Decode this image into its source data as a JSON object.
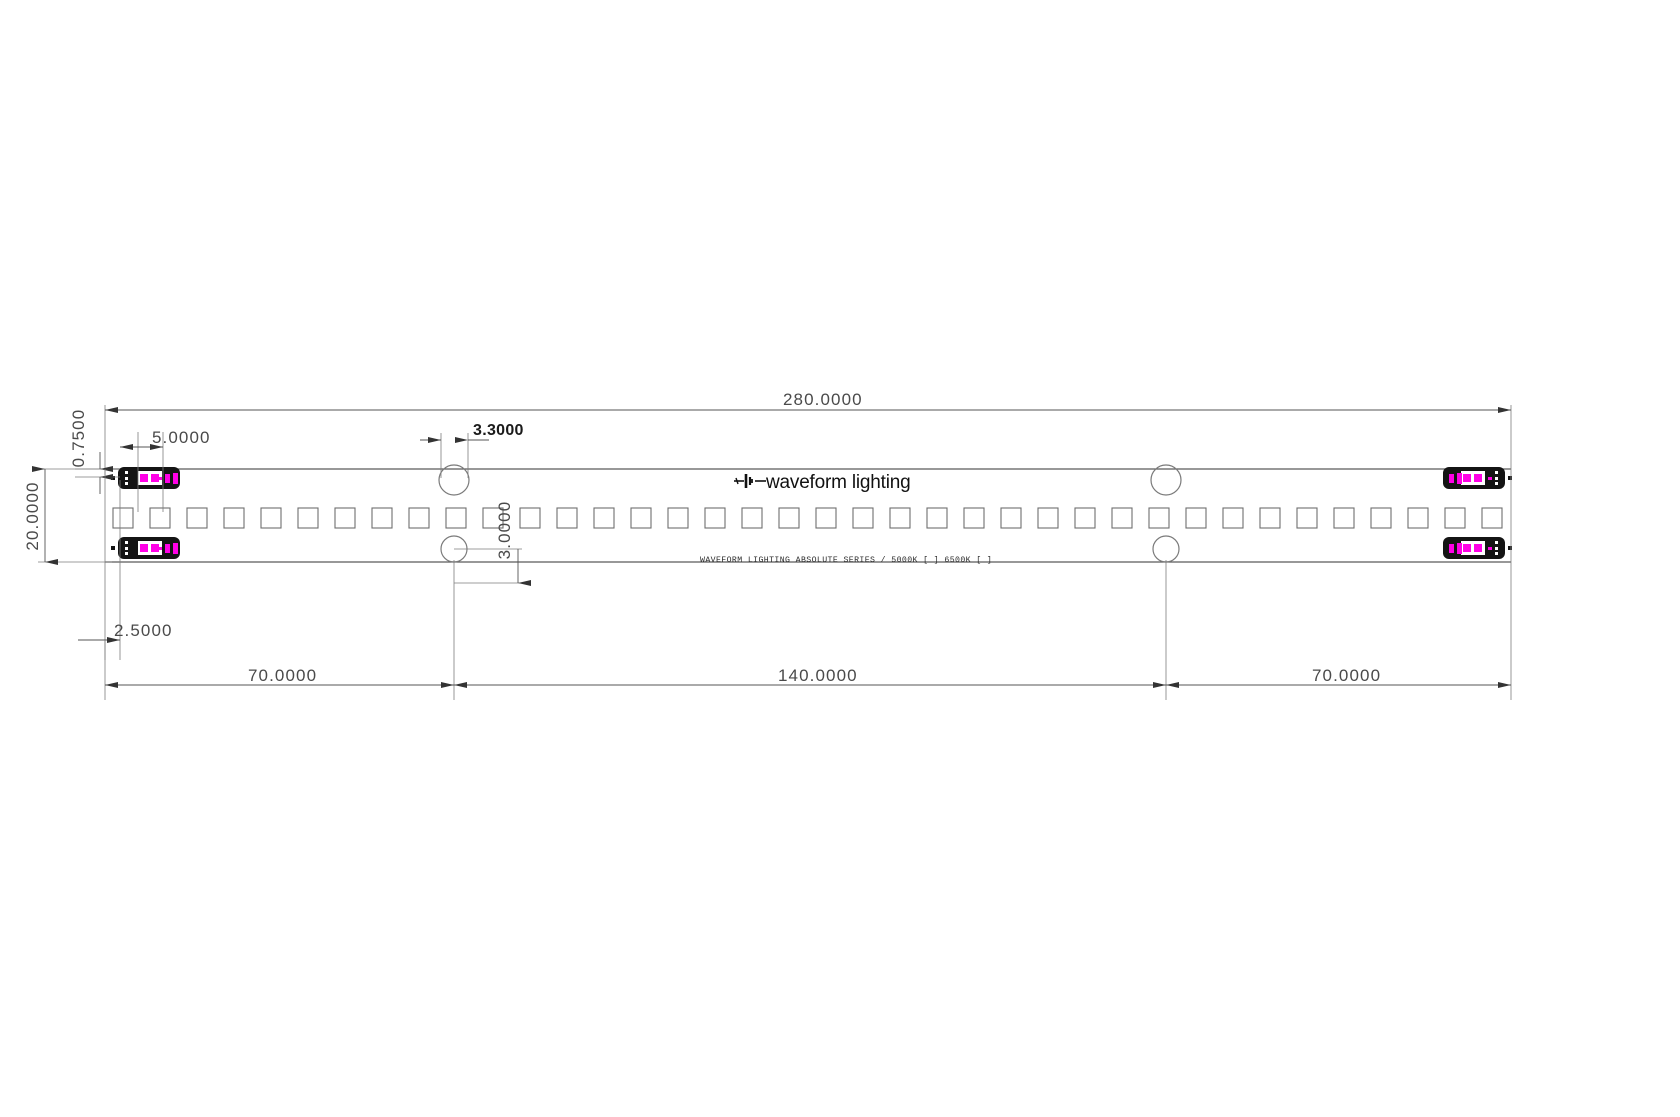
{
  "drawing": {
    "title": "Waveform Lighting Absolute Series LED Module Dimensional Drawing",
    "units_note": "",
    "board": {
      "length_mm": 280.0,
      "height_mm": 20.0
    },
    "dimensions": {
      "overall_length": "280.0000",
      "board_height": "20.0000",
      "pad_offset_top": "0.7500",
      "pad_pitch": "5.0000",
      "hole_diameter": "3.3000",
      "hole_offset_vertical": "3.0000",
      "edge_offset": "2.5000",
      "segment_left": "70.0000",
      "segment_center": "140.0000",
      "segment_right": "70.0000"
    },
    "labels": {
      "brand": "waveform lighting",
      "silkscreen": "WAVEFORM LIGHTING ABSOLUTE SERIES / 5000K [  ] 6500K [  ]"
    },
    "features": {
      "led_pad_count": 38,
      "mounting_hole_count": 4,
      "connector_pad_count": 4
    },
    "colors": {
      "connector_body": "#141414",
      "connector_pin": "#ff00e6",
      "outline": "#5a5a5a",
      "dimension": "#555555",
      "text": "#4a4a4a",
      "background": "#ffffff"
    }
  }
}
